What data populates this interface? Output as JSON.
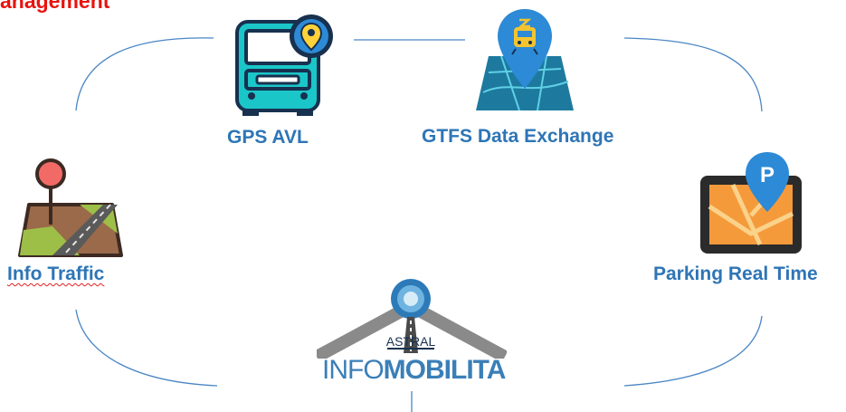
{
  "title": "anagement",
  "nodes": {
    "gps": {
      "label": "GPS AVL",
      "icon": "bus-location-icon"
    },
    "gtfs": {
      "label": "GTFS  Data Exchange",
      "icon": "train-map-pin-icon"
    },
    "traffic": {
      "label": "Info Traffic",
      "icon": "map-pin-road-icon"
    },
    "parking": {
      "label": "Parking  Real Time",
      "icon": "parking-map-icon"
    }
  },
  "logo": {
    "brand": "ASTRAL",
    "name_light": "INFO",
    "name_bold": "MOBILITA",
    "icon": "infomobilita-logo"
  },
  "colors": {
    "title": "#e8130f",
    "label": "#2e75b6",
    "connector": "#4a86c5"
  }
}
